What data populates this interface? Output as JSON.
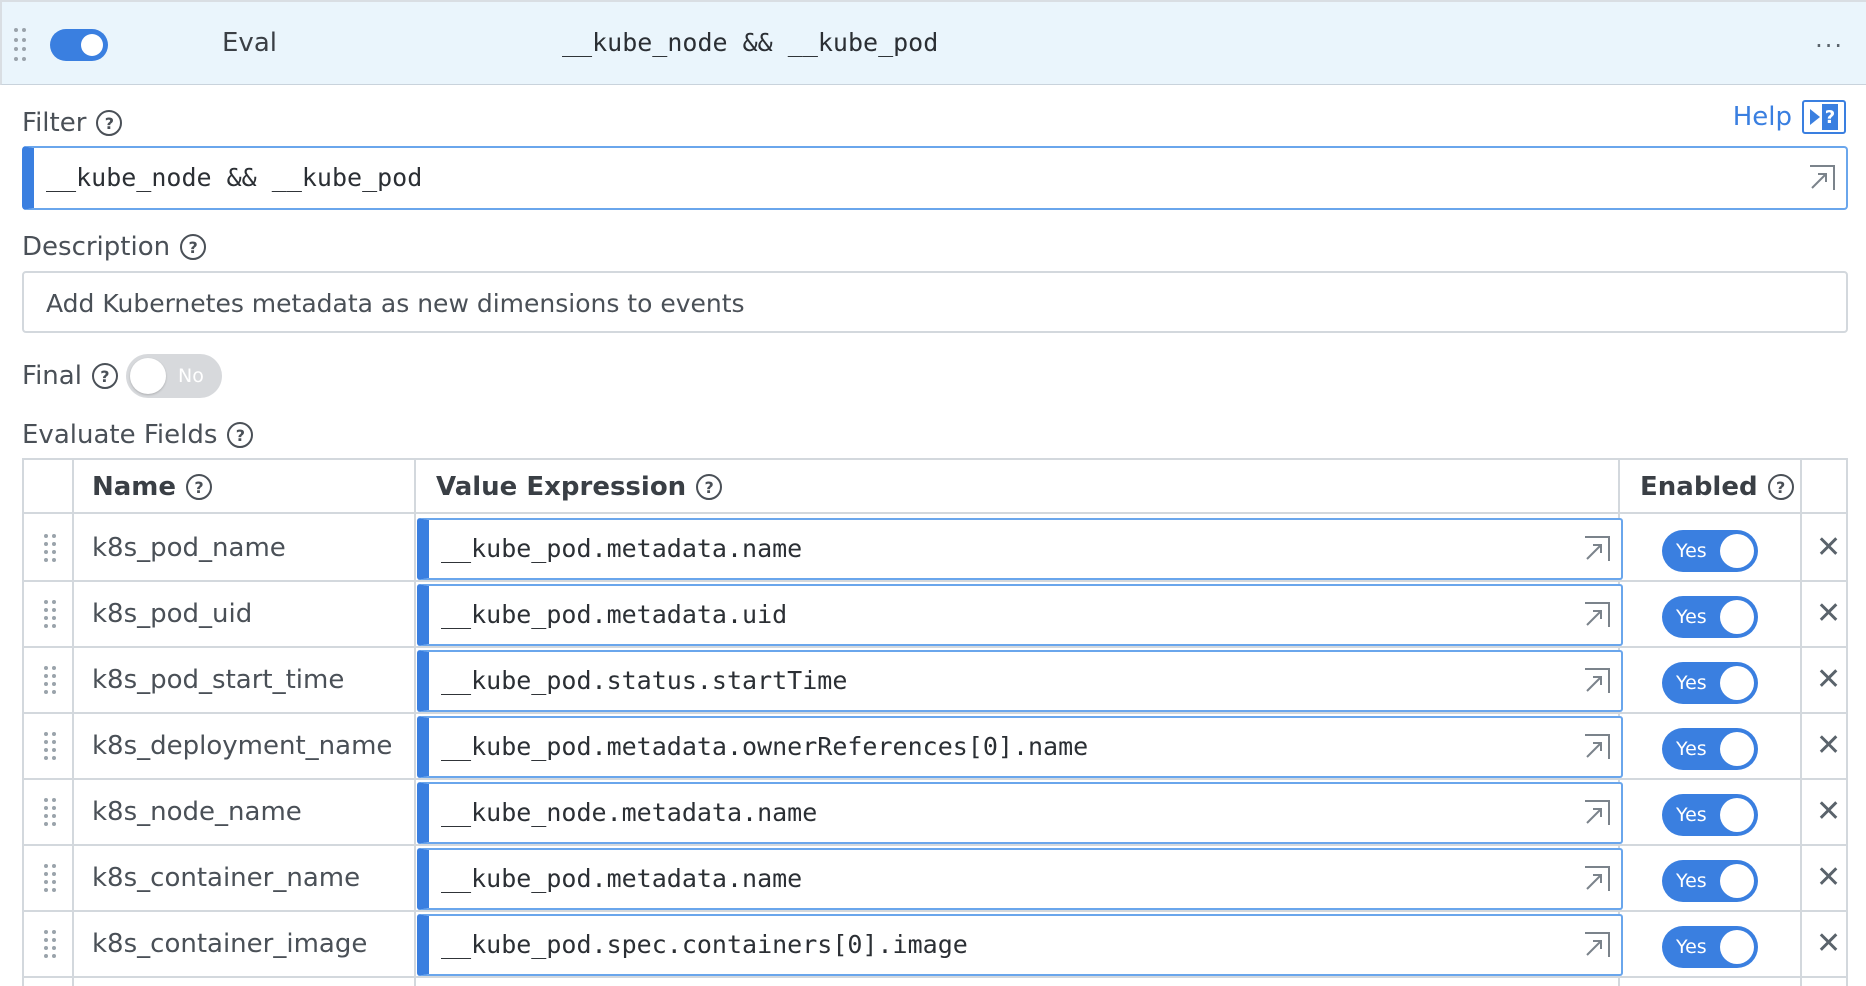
{
  "header": {
    "toggle_enabled": true,
    "function_name": "Eval",
    "filter_summary": "__kube_node && __kube_pod",
    "menu_label": "···"
  },
  "help": {
    "label": "Help",
    "icon": "help-panel-icon"
  },
  "filter": {
    "label": "Filter",
    "value": "__kube_node && __kube_pod"
  },
  "description": {
    "label": "Description",
    "value": "Add Kubernetes metadata as new dimensions to events"
  },
  "final": {
    "label": "Final",
    "toggle_label": "No",
    "value": false
  },
  "evaluate_fields": {
    "label": "Evaluate Fields",
    "columns": {
      "name": "Name",
      "value": "Value Expression",
      "enabled": "Enabled"
    },
    "rows": [
      {
        "name": "k8s_pod_name",
        "value": "__kube_pod.metadata.name",
        "enabled": "Yes"
      },
      {
        "name": "k8s_pod_uid",
        "value": "__kube_pod.metadata.uid",
        "enabled": "Yes"
      },
      {
        "name": "k8s_pod_start_time",
        "value": "__kube_pod.status.startTime",
        "enabled": "Yes"
      },
      {
        "name": "k8s_deployment_name",
        "value": "__kube_pod.metadata.ownerReferences[0].name",
        "enabled": "Yes"
      },
      {
        "name": "k8s_node_name",
        "value": "__kube_node.metadata.name",
        "enabled": "Yes"
      },
      {
        "name": "k8s_container_name",
        "value": "__kube_pod.metadata.name",
        "enabled": "Yes"
      },
      {
        "name": "k8s_container_image",
        "value": "__kube_pod.spec.containers[0].image",
        "enabled": "Yes"
      }
    ]
  },
  "colors": {
    "accent": "#3a7fe0",
    "header_bg": "#eaf5fc",
    "border": "#d3d8dd"
  }
}
